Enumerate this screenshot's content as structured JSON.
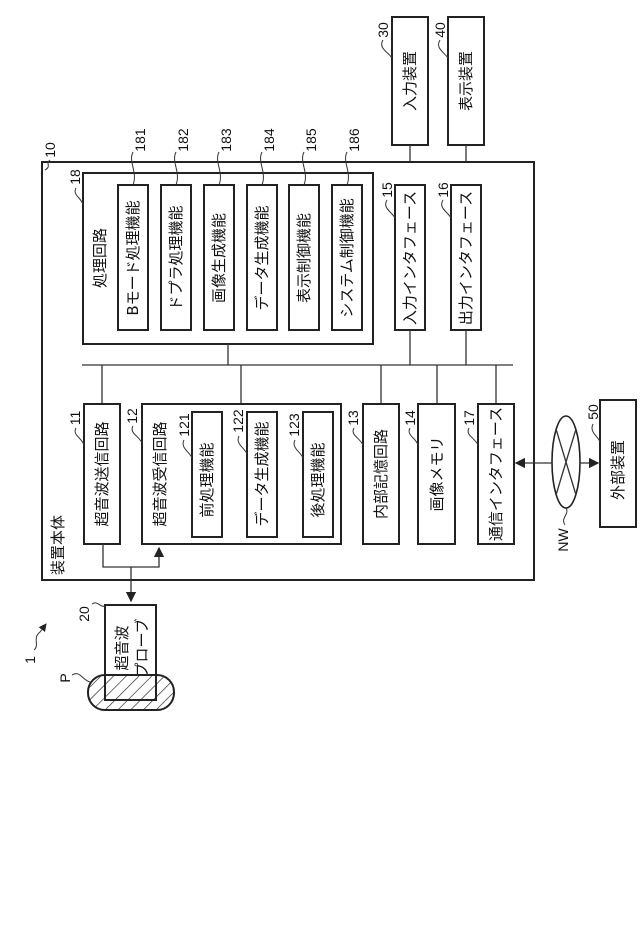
{
  "figure_ref": "1",
  "apparatus": {
    "ref": "10",
    "label": "装置本体"
  },
  "processing": {
    "ref": "18",
    "label": "処理回路",
    "functions": [
      {
        "ref": "181",
        "label": "Bモード処理機能"
      },
      {
        "ref": "182",
        "label": "ドプラ処理機能"
      },
      {
        "ref": "183",
        "label": "画像生成機能"
      },
      {
        "ref": "184",
        "label": "データ生成機能"
      },
      {
        "ref": "185",
        "label": "表示制御機能"
      },
      {
        "ref": "186",
        "label": "システム制御機能"
      }
    ]
  },
  "input_if": {
    "ref": "15",
    "label": "入力インタフェース"
  },
  "output_if": {
    "ref": "16",
    "label": "出力インタフェース"
  },
  "input_device": {
    "ref": "30",
    "label": "入力装置"
  },
  "display_device": {
    "ref": "40",
    "label": "表示装置"
  },
  "tx": {
    "ref": "11",
    "label": "超音波送信回路"
  },
  "rx": {
    "ref": "12",
    "label": "超音波受信回路",
    "functions": [
      {
        "ref": "121",
        "label": "前処理機能"
      },
      {
        "ref": "122",
        "label": "データ生成機能"
      },
      {
        "ref": "123",
        "label": "後処理機能"
      }
    ]
  },
  "memory": {
    "ref": "13",
    "label": "内部記憶回路"
  },
  "image_memory": {
    "ref": "14",
    "label": "画像メモリ"
  },
  "comm_if": {
    "ref": "17",
    "label": "通信インタフェース"
  },
  "network": {
    "ref": "NW"
  },
  "external": {
    "ref": "50",
    "label": "外部装置"
  },
  "probe": {
    "ref": "20",
    "line1": "超音波",
    "line2": "プローブ"
  },
  "patient": {
    "ref": "P"
  }
}
